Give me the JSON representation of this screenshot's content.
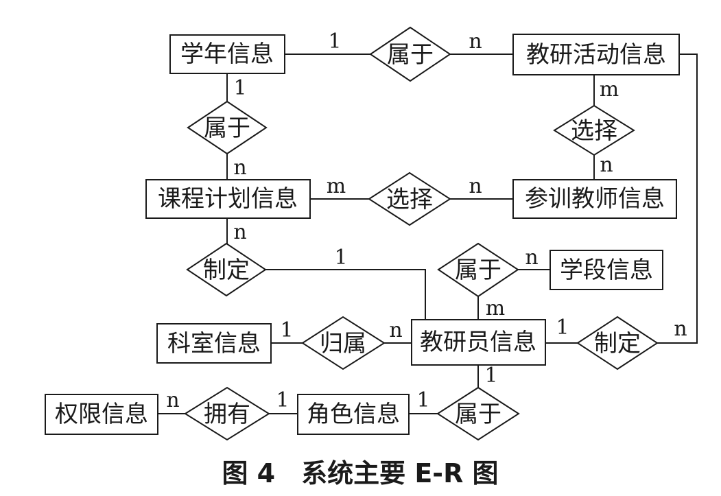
{
  "entities": {
    "xuenian": "学年信息",
    "jiaoyanhuodong": "教研活动信息",
    "kechengjihua": "课程计划信息",
    "canxunjiaoshi": "参训教师信息",
    "xueduan": "学段信息",
    "keshi": "科室信息",
    "jiaoyanyuan": "教研员信息",
    "quanxian": "权限信息",
    "juese": "角色信息"
  },
  "relations": {
    "r1": "属于",
    "r2": "属于",
    "r3": "选择",
    "r4": "选择",
    "r5": "制定",
    "r6": "属于",
    "r7": "归属",
    "r8": "制定",
    "r9": "拥有",
    "r10": "属于"
  },
  "cardinalities": {
    "c1": "1",
    "c2": "n",
    "c3": "1",
    "c4": "n",
    "c5": "m",
    "c6": "n",
    "c7": "m",
    "c8": "n",
    "c9": "n",
    "c10": "1",
    "c11": "n",
    "c12": "m",
    "c13": "1",
    "c14": "n",
    "c15": "1",
    "c16": "n",
    "c17": "1",
    "c18": "n",
    "c19": "1",
    "c20": "1"
  },
  "caption": "图 4　系统主要 E-R 图"
}
